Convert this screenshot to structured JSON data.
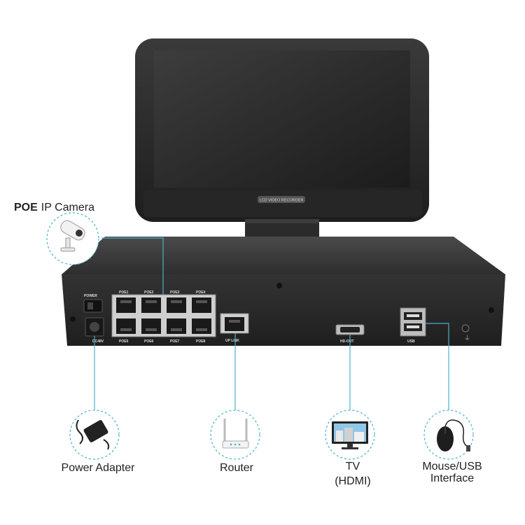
{
  "monitor": {
    "brand_text": "LCD VIDEO RECORDER"
  },
  "panel": {
    "power_label": "POWER",
    "dc_label": "DC48V",
    "poe_top": [
      "POE1",
      "POE2",
      "POE3",
      "POE4"
    ],
    "poe_bottom": [
      "POE5",
      "POE6",
      "POE7",
      "POE8"
    ],
    "uplink_label": "UP LINK",
    "hdout_label": "HD-OUT",
    "usb_label": "USB"
  },
  "callouts": {
    "poe_camera_bold": "POE",
    "poe_camera_rest": "IP Camera",
    "power_adapter": "Power Adapter",
    "router": "Router",
    "tv_line1": "TV",
    "tv_line2": "(HDMI)",
    "mouse_line1": "Mouse/USB",
    "mouse_line2": "Interface"
  },
  "colors": {
    "accent": "#4bb0c8",
    "body": "#2a2a2a"
  }
}
